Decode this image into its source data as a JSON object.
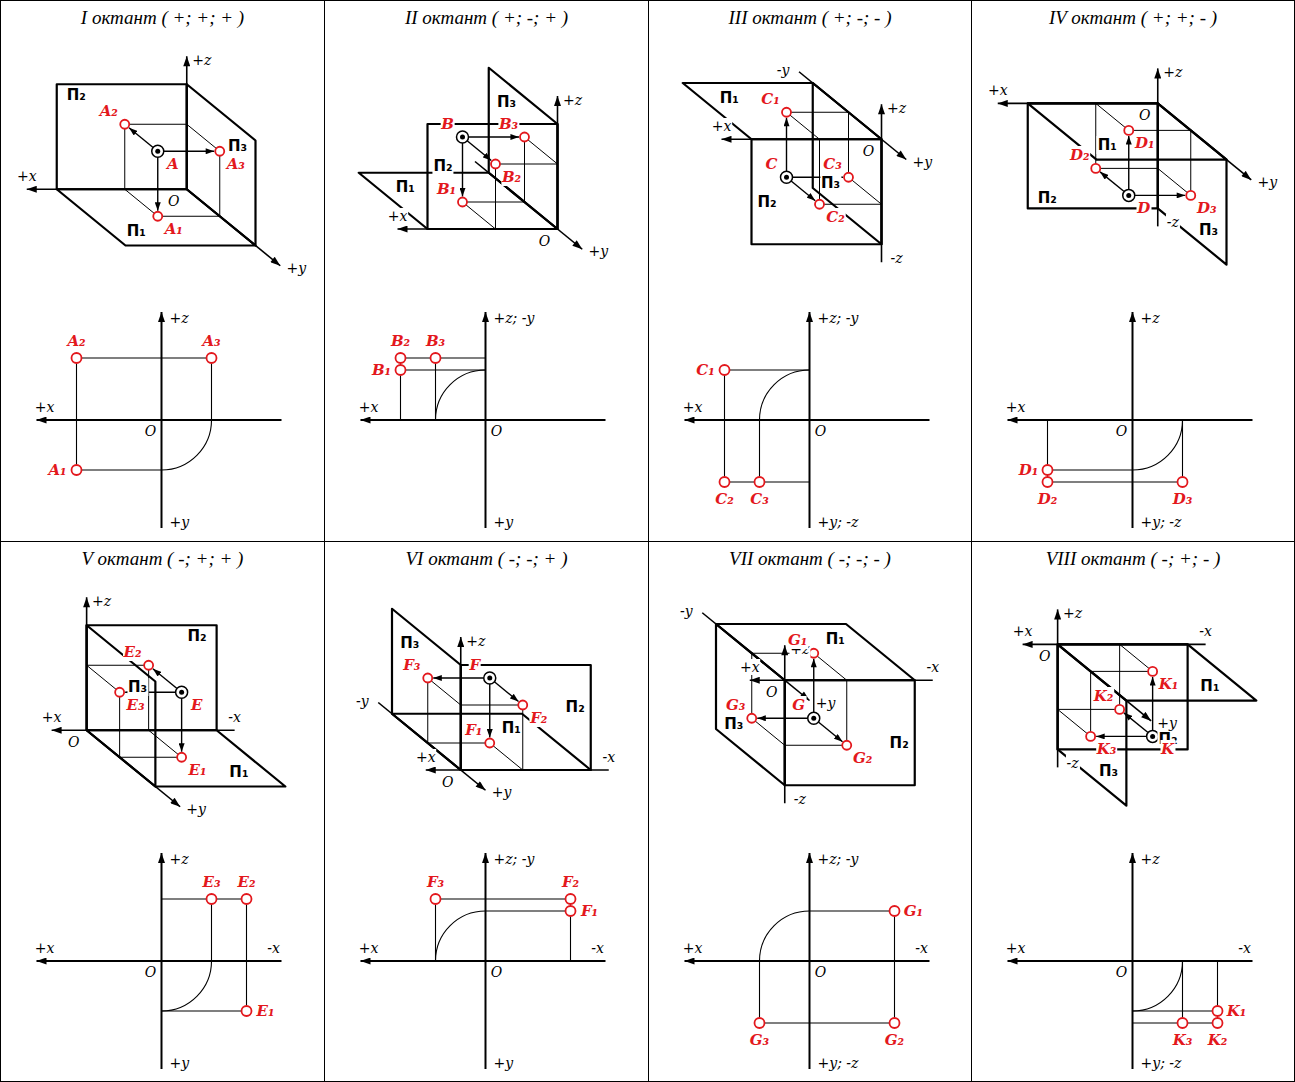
{
  "diagram": {
    "nodes": [
      {
        "text": [
          "I октант ( +; +; + )"
        ]
      },
      {
        "text": [
          "II октант ( +; -; + )"
        ]
      },
      {
        "text": [
          "III октант ( +; -; - )"
        ]
      },
      {
        "text": [
          "IV октант ( +; +; - )"
        ]
      },
      {
        "text": [
          "V октант ( -; +; + )"
        ]
      },
      {
        "text": [
          "VI октант ( -; -; + )"
        ]
      },
      {
        "text": [
          "VII октант ( -; -; - )"
        ]
      },
      {
        "text": [
          "VIII октант ( -; +; - )"
        ]
      }
    ],
    "labels": [
      "П₂",
      "A₂",
      "A",
      "A₃",
      "+z",
      "+x",
      "O",
      "П₃",
      "A₁",
      "П₁",
      "+y",
      "+z",
      "A₂",
      "A₃",
      "+x",
      "O",
      "A₁",
      "+y",
      "П₃",
      "+z",
      "B",
      "П₂",
      "B₃",
      "B₂",
      "+x",
      "B₁",
      "П₁",
      "O",
      "+y",
      "B₂",
      "B₃",
      "+z; -y",
      "B₁",
      "+x",
      "O",
      "+y",
      "C₁",
      "-y",
      "П₁",
      "+x",
      "+z",
      "O",
      "+y",
      "C",
      "C₃",
      "П₃",
      "П₂",
      "C₂",
      "-z",
      "+z; -y",
      "C₁",
      "+x",
      "O",
      "C₂",
      "C₃",
      "+y; -z",
      "+z",
      "+x",
      "O",
      "D₁",
      "П₁",
      "+y",
      "П₂",
      "D₂",
      "D₃",
      "D",
      "-z",
      "П₃",
      "+z",
      "+x",
      "O",
      "D₁",
      "D₂",
      "D₃",
      "+y; -z",
      "+z",
      "П₂",
      "П₃",
      "E₂",
      "E",
      "E₃",
      "+x",
      "O",
      "-x",
      "E₁",
      "П₁",
      "+y",
      "+z",
      "E₃",
      "E₂",
      "+x",
      "O",
      "-x",
      "E₁",
      "+y",
      "П₃",
      "+z",
      "F",
      "П₂",
      "F₃",
      "-y",
      "F₂",
      "F₁",
      "П₁",
      "+x",
      "O",
      "+y",
      "-x",
      "+z; -y",
      "F₃",
      "F₂",
      "F₁",
      "+x",
      "O",
      "-x",
      "+y",
      "-y",
      "+z",
      "G₁",
      "П₁",
      "+x",
      "+y",
      "O",
      "G₃",
      "G",
      "-x",
      "G₂",
      "П₂",
      "П₃",
      "-z",
      "+z; -y",
      "G₁",
      "+x",
      "O",
      "-x",
      "G₃",
      "G₂",
      "+y; -z",
      "+z",
      "O",
      "+x",
      "-x",
      "П₂",
      "K₁",
      "П₁",
      "+y",
      "K₂",
      "П₃",
      "K₃",
      "-z",
      "K",
      "+z",
      "+x",
      "O",
      "-x",
      "K₁",
      "K₃",
      "K₂",
      "+y; -z"
    ]
  }
}
